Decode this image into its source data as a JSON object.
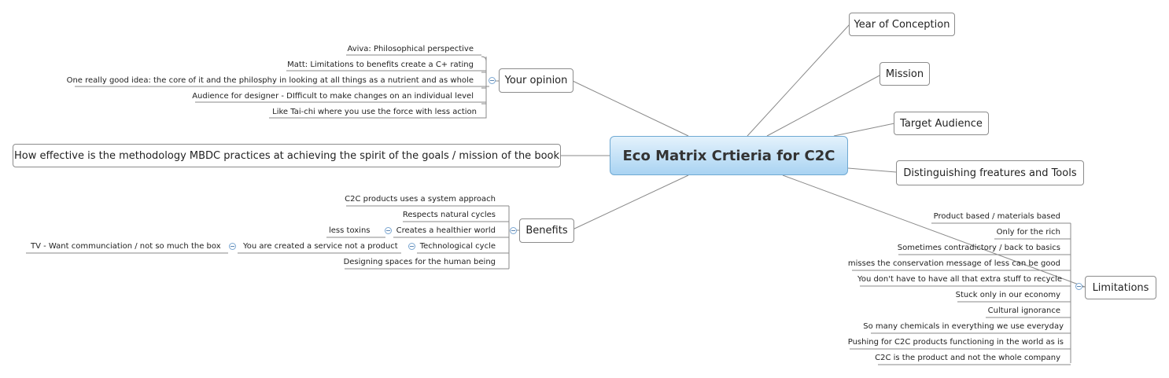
{
  "central": "Eco Matrix Crtieria for C2C",
  "right_topics": {
    "year": "Year of Conception",
    "mission": "Mission",
    "target": "Target Audience",
    "tools": "Distinguishing freatures and Tools",
    "limitations": "Limitations"
  },
  "left_topics": {
    "question": "How effective is the methodology MBDC practices at achieving the spirit of the goals / mission of the book",
    "opinion": "Your opinion",
    "benefits": "Benefits"
  },
  "opinion_items": [
    "Aviva: Philosophical perspective",
    "Matt: Limitations to benefits create a C+ rating",
    "One really good idea: the core of it and the philosphy in looking at all things as a nutrient and as whole",
    "Audience for designer - DIfficult to make changes on an individual level",
    "Like Tai-chi where you use the force with less action"
  ],
  "benefit_items": [
    "C2C products uses a system approach",
    "Respects natural cycles",
    "Creates a healthier world",
    "Technological cycle",
    "Designing spaces for the human being"
  ],
  "benefit_sub": {
    "less_toxins": "less toxins",
    "service": "You are created a service not a product",
    "tv": "TV - Want communciation / not so much the box"
  },
  "limitation_items": [
    "Product based / materials based",
    "Only for the rich",
    "Sometimes contradictory / back to basics",
    "misses the conservation message of less can be good",
    "You don't have to have all that extra stuff to recycle",
    "Stuck only in our economy",
    "Cultural ignorance",
    "So many chemicals in everything we use everyday",
    "Pushing for C2C products functioning in the world as is",
    "C2C is the product and not the whole company"
  ]
}
